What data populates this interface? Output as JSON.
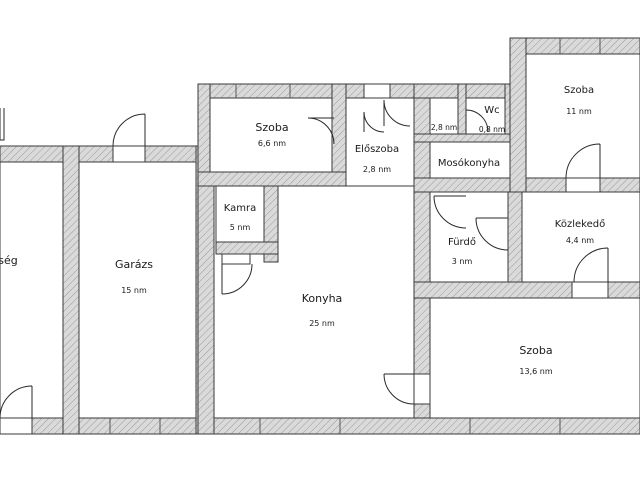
{
  "colors": {
    "wall_fill": "#d4d4d4",
    "wall_stroke": "#3a3a3a",
    "floor": "#ffffff",
    "text": "#1a1a1a"
  },
  "rooms": {
    "partial": {
      "name": "ség"
    },
    "garazs": {
      "name": "Garázs",
      "area": "15 nm"
    },
    "szoba_small": {
      "name": "Szoba",
      "area": "6,6 nm"
    },
    "kamra": {
      "name": "Kamra",
      "area": "5 nm"
    },
    "eloszoba": {
      "name": "Előszoba",
      "area": "2,8 nm"
    },
    "small_28": {
      "area": "2,8 nm"
    },
    "wc": {
      "name": "Wc",
      "area": "0,8 nm"
    },
    "mosokonyha": {
      "name": "Mosókonyha"
    },
    "szoba_top_right": {
      "name": "Szoba",
      "area": "11 nm"
    },
    "konyha": {
      "name": "Konyha",
      "area": "25 nm"
    },
    "furdo": {
      "name": "Fürdő",
      "area": "3 nm"
    },
    "kozlekedo": {
      "name": "Közlekedő",
      "area": "4,4 nm"
    },
    "szoba_large": {
      "name": "Szoba",
      "area": "13,6 nm"
    }
  }
}
